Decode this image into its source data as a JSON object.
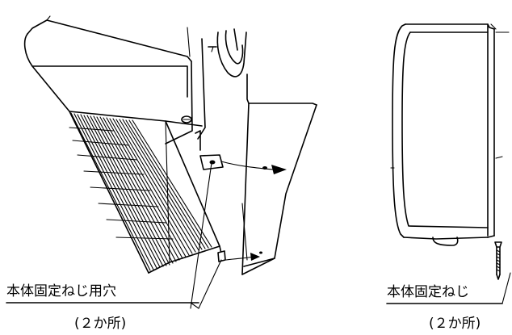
{
  "labels": {
    "left_label": "本体固定ねじ用穴",
    "left_count": "(２か所)",
    "right_label": "本体固定ねじ",
    "right_count": "(２か所)"
  }
}
